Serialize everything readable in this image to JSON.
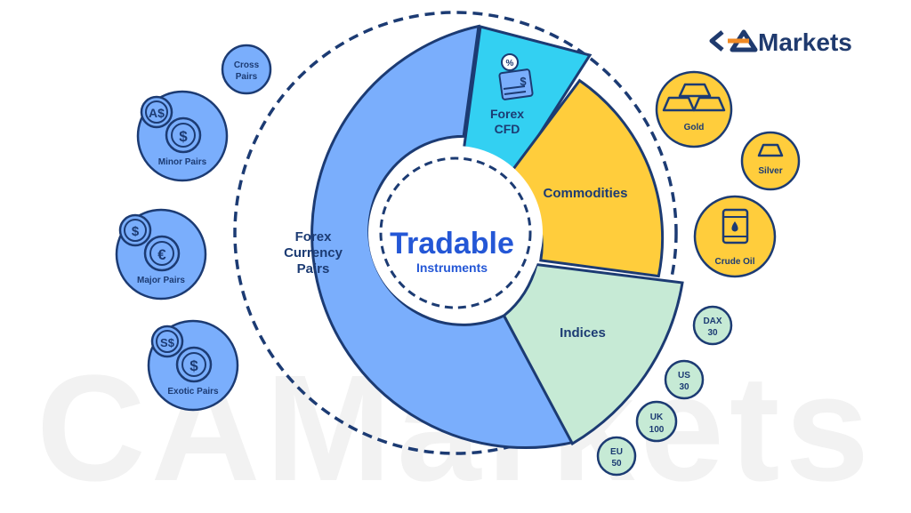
{
  "brand": {
    "logo_text": "CAMarkets",
    "colors": {
      "navy": "#1f3a6e",
      "orange": "#f08a24",
      "watermark": "#f1f1f1"
    }
  },
  "center": {
    "title": "Tradable",
    "subtitle": "Instruments"
  },
  "segments": {
    "forex_pairs": {
      "line1": "Forex",
      "line2": "Currency",
      "line3": "Pairs",
      "color": "#7aaefc"
    },
    "forex_cfd": {
      "line1": "Forex",
      "line2": "CFD",
      "color": "#33d0f2"
    },
    "commodities": {
      "label": "Commodities",
      "color": "#ffcd3c"
    },
    "indices": {
      "label": "Indices",
      "color": "#c6ead5"
    }
  },
  "forex_bubbles": {
    "cross": {
      "line1": "Cross",
      "line2": "Pairs"
    },
    "minor": {
      "label": "Minor Pairs",
      "icons": [
        "A$",
        "$"
      ]
    },
    "major": {
      "label": "Major Pairs",
      "icons": [
        "$",
        "€"
      ]
    },
    "exotic": {
      "label": "Exotic Pairs",
      "icons": [
        "S$",
        "$"
      ]
    }
  },
  "commodity_bubbles": {
    "gold": {
      "label": "Gold",
      "icon": "gold-bars-icon"
    },
    "silver": {
      "label": "Silver",
      "icon": "silver-bar-icon"
    },
    "oil": {
      "label": "Crude Oil",
      "icon": "oil-barrel-icon"
    }
  },
  "index_bubbles": {
    "dax": {
      "line1": "DAX",
      "line2": "30"
    },
    "us": {
      "line1": "US",
      "line2": "30"
    },
    "uk": {
      "line1": "UK",
      "line2": "100"
    },
    "eu": {
      "line1": "EU",
      "line2": "50"
    }
  }
}
